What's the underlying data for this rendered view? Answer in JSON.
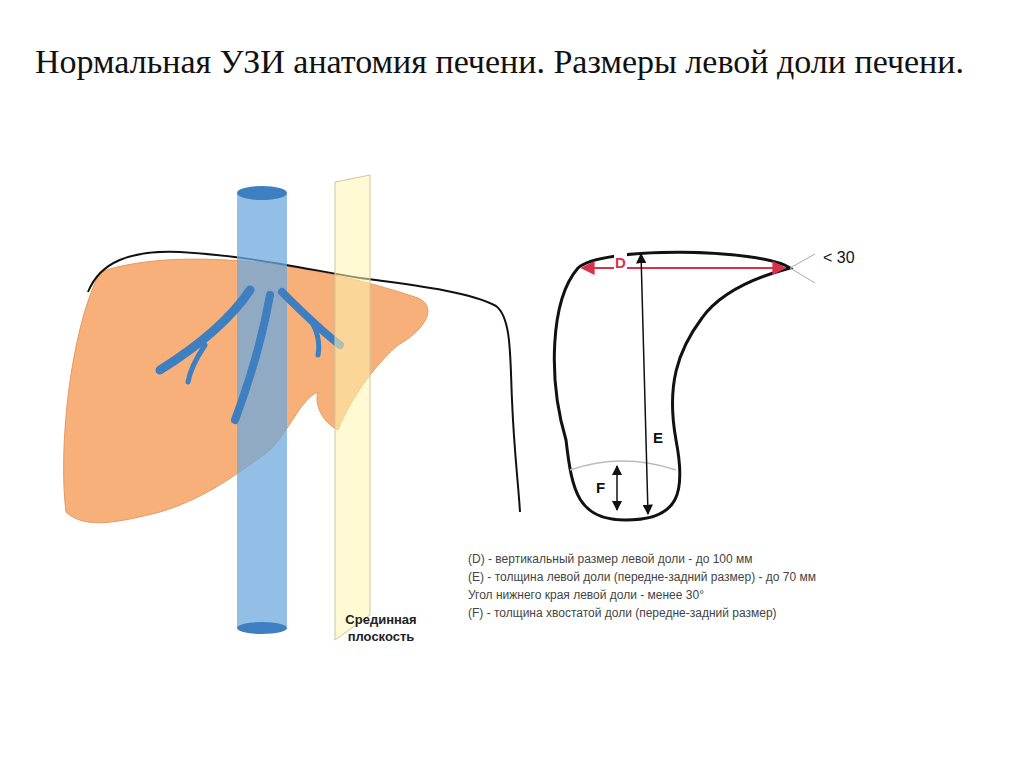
{
  "diagram": {
    "title": "Нормальная УЗИ анатомия печени. Размеры левой доли печени.",
    "labels": [
      "D",
      "E",
      "F",
      "< 30",
      "(D) - вертикальный размер левой доли - до 100 мм",
      "(E) - толщина левой доли (передне-задний размер) - до 70 мм",
      "Угол нижнего края левой доли - менее 30°",
      "(F) - толщина хвостатой доли (передне-задний размер)",
      "Срединная плоскость"
    ]
  }
}
